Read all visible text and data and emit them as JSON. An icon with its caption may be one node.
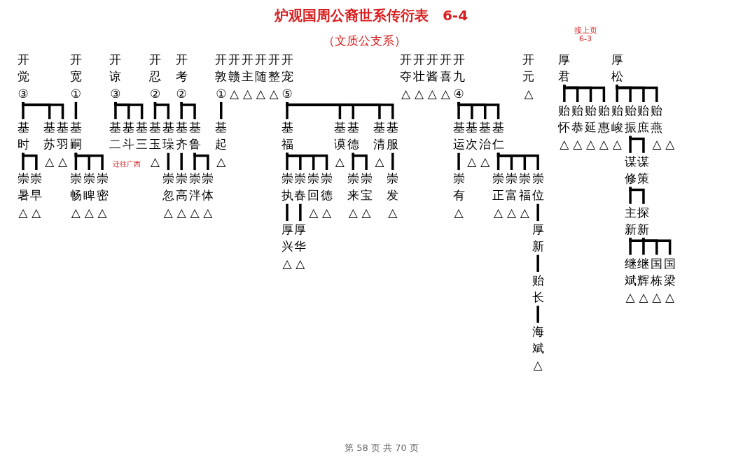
{
  "diagram": {
    "title": "炉观国周公裔世系传衍表　6-4",
    "nodes": [
      {
        "text": [
          "开觉",
          "③"
        ]
      },
      {
        "text": [
          "开宽",
          "①"
        ]
      },
      {
        "text": [
          "开谅",
          "③"
        ]
      },
      {
        "text": [
          "开忍",
          "②"
        ]
      },
      {
        "text": [
          "开考",
          "②"
        ]
      },
      {
        "text": [
          "开敦",
          "①"
        ]
      },
      {
        "text": [
          "开赣",
          "△"
        ]
      },
      {
        "text": [
          "开主",
          "△"
        ]
      },
      {
        "text": [
          "开随",
          "△"
        ]
      },
      {
        "text": [
          "开整",
          "△"
        ]
      },
      {
        "text": [
          "开宠",
          "⑤"
        ]
      },
      {
        "text": [
          "开夺",
          "△"
        ]
      },
      {
        "text": [
          "开壮",
          "△"
        ]
      },
      {
        "text": [
          "开酱",
          "△"
        ]
      },
      {
        "text": [
          "开喜",
          "△"
        ]
      },
      {
        "text": [
          "开九",
          "④"
        ]
      },
      {
        "text": [
          "开元",
          "△"
        ]
      },
      {
        "text": [
          "厚君"
        ]
      },
      {
        "text": [
          "厚松"
        ]
      },
      {
        "text": [
          "基时"
        ]
      },
      {
        "text": [
          "基苏",
          "△"
        ]
      },
      {
        "text": [
          "基羽",
          "△"
        ]
      },
      {
        "text": [
          "基嗣"
        ]
      },
      {
        "text": [
          "基二"
        ]
      },
      {
        "text": [
          "基斗"
        ]
      },
      {
        "text": [
          "基三"
        ]
      },
      {
        "text": [
          "基玉",
          "△"
        ]
      },
      {
        "text": [
          "基璪"
        ]
      },
      {
        "text": [
          "基齐"
        ]
      },
      {
        "text": [
          "基鲁"
        ]
      },
      {
        "text": [
          "基起",
          "△"
        ]
      },
      {
        "text": [
          "基福"
        ]
      },
      {
        "text": [
          "基谟",
          "△"
        ]
      },
      {
        "text": [
          "基德"
        ]
      },
      {
        "text": [
          "基清",
          "△"
        ]
      },
      {
        "text": [
          "基服"
        ]
      },
      {
        "text": [
          "基运"
        ]
      },
      {
        "text": [
          "基次",
          "△"
        ]
      },
      {
        "text": [
          "基治",
          "△"
        ]
      },
      {
        "text": [
          "基仁"
        ]
      },
      {
        "text": [
          "贻怀",
          "△"
        ]
      },
      {
        "text": [
          "贻恭",
          "△"
        ]
      },
      {
        "text": [
          "贻延",
          "△"
        ]
      },
      {
        "text": [
          "贻惠",
          "△"
        ]
      },
      {
        "text": [
          "贻峻",
          "△"
        ]
      },
      {
        "text": [
          "贻振"
        ]
      },
      {
        "text": [
          "贻庶",
          "△"
        ]
      },
      {
        "text": [
          "贻燕",
          "△"
        ]
      },
      {
        "text": [
          "崇暑",
          "△"
        ]
      },
      {
        "text": [
          "崇早",
          "△"
        ]
      },
      {
        "text": [
          "崇畅",
          "△"
        ]
      },
      {
        "text": [
          "崇睥",
          "△"
        ]
      },
      {
        "text": [
          "崇密",
          "△"
        ]
      },
      {
        "text": [
          "崇忽",
          "△"
        ]
      },
      {
        "text": [
          "崇高",
          "△"
        ]
      },
      {
        "text": [
          "崇泮",
          "△"
        ]
      },
      {
        "text": [
          "崇体",
          "△"
        ]
      },
      {
        "text": [
          "崇执"
        ]
      },
      {
        "text": [
          "崇春"
        ]
      },
      {
        "text": [
          "崇回",
          "△"
        ]
      },
      {
        "text": [
          "崇德",
          "△"
        ]
      },
      {
        "text": [
          "崇来",
          "△"
        ]
      },
      {
        "text": [
          "崇宝",
          "△"
        ]
      },
      {
        "text": [
          "崇发",
          "△"
        ]
      },
      {
        "text": [
          "崇有",
          "△"
        ]
      },
      {
        "text": [
          "崇正",
          "△"
        ]
      },
      {
        "text": [
          "崇富",
          "△"
        ]
      },
      {
        "text": [
          "崇福",
          "△"
        ]
      },
      {
        "text": [
          "崇位"
        ]
      },
      {
        "text": [
          "谋修"
        ]
      },
      {
        "text": [
          "谋策"
        ]
      },
      {
        "text": [
          "厚兴",
          "△"
        ]
      },
      {
        "text": [
          "厚华",
          "△"
        ]
      },
      {
        "text": [
          "厚新"
        ]
      },
      {
        "text": [
          "主新"
        ]
      },
      {
        "text": [
          "探新"
        ]
      },
      {
        "text": [
          "贻长"
        ]
      },
      {
        "text": [
          "继斌",
          "△"
        ]
      },
      {
        "text": [
          "继辉",
          "△"
        ]
      },
      {
        "text": [
          "国栋",
          "△"
        ]
      },
      {
        "text": [
          "国梁",
          "△"
        ]
      },
      {
        "text": [
          "海斌",
          "△"
        ]
      }
    ],
    "edges": [
      {
        "from": 0,
        "to": 19,
        "arrow": "none"
      },
      {
        "from": 0,
        "to": 20,
        "arrow": "none"
      },
      {
        "from": 0,
        "to": 21,
        "arrow": "none"
      },
      {
        "from": 1,
        "to": 22,
        "arrow": "none"
      },
      {
        "from": 2,
        "to": 23,
        "arrow": "none"
      },
      {
        "from": 2,
        "to": 24,
        "arrow": "none"
      },
      {
        "from": 2,
        "to": 25,
        "arrow": "none"
      },
      {
        "from": 3,
        "to": 26,
        "arrow": "none"
      },
      {
        "from": 3,
        "to": 27,
        "arrow": "none"
      },
      {
        "from": 4,
        "to": 28,
        "arrow": "none"
      },
      {
        "from": 4,
        "to": 29,
        "arrow": "none"
      },
      {
        "from": 5,
        "to": 30,
        "arrow": "none"
      },
      {
        "from": 10,
        "to": 31,
        "arrow": "none"
      },
      {
        "from": 10,
        "to": 32,
        "arrow": "none"
      },
      {
        "from": 10,
        "to": 33,
        "arrow": "none"
      },
      {
        "from": 10,
        "to": 34,
        "arrow": "none"
      },
      {
        "from": 10,
        "to": 35,
        "arrow": "none"
      },
      {
        "from": 15,
        "to": 36,
        "arrow": "none"
      },
      {
        "from": 15,
        "to": 37,
        "arrow": "none"
      },
      {
        "from": 15,
        "to": 38,
        "arrow": "none"
      },
      {
        "from": 15,
        "to": 39,
        "arrow": "none"
      },
      {
        "from": 17,
        "to": 40,
        "arrow": "none"
      },
      {
        "from": 17,
        "to": 41,
        "arrow": "none"
      },
      {
        "from": 17,
        "to": 42,
        "arrow": "none"
      },
      {
        "from": 17,
        "to": 43,
        "arrow": "none"
      },
      {
        "from": 18,
        "to": 44,
        "arrow": "none"
      },
      {
        "from": 18,
        "to": 45,
        "arrow": "none"
      },
      {
        "from": 18,
        "to": 46,
        "arrow": "none"
      },
      {
        "from": 18,
        "to": 47,
        "arrow": "none"
      },
      {
        "from": 19,
        "to": 48,
        "arrow": "none"
      },
      {
        "from": 19,
        "to": 49,
        "arrow": "none"
      },
      {
        "from": 22,
        "to": 50,
        "arrow": "none"
      },
      {
        "from": 22,
        "to": 51,
        "arrow": "none"
      },
      {
        "from": 22,
        "to": 52,
        "arrow": "none"
      },
      {
        "from": 27,
        "to": 53,
        "arrow": "none"
      },
      {
        "from": 28,
        "to": 54,
        "arrow": "none"
      },
      {
        "from": 29,
        "to": 55,
        "arrow": "none"
      },
      {
        "from": 29,
        "to": 56,
        "arrow": "none"
      },
      {
        "from": 31,
        "to": 57,
        "arrow": "none"
      },
      {
        "from": 31,
        "to": 58,
        "arrow": "none"
      },
      {
        "from": 31,
        "to": 59,
        "arrow": "none"
      },
      {
        "from": 31,
        "to": 60,
        "arrow": "none"
      },
      {
        "from": 33,
        "to": 61,
        "arrow": "none"
      },
      {
        "from": 33,
        "to": 62,
        "arrow": "none"
      },
      {
        "from": 35,
        "to": 63,
        "arrow": "none"
      },
      {
        "from": 36,
        "to": 64,
        "arrow": "none"
      },
      {
        "from": 39,
        "to": 65,
        "arrow": "none"
      },
      {
        "from": 39,
        "to": 66,
        "arrow": "none"
      },
      {
        "from": 39,
        "to": 67,
        "arrow": "none"
      },
      {
        "from": 39,
        "to": 68,
        "arrow": "none"
      },
      {
        "from": 45,
        "to": 69,
        "arrow": "none"
      },
      {
        "from": 45,
        "to": 70,
        "arrow": "none"
      },
      {
        "from": 57,
        "to": 71,
        "arrow": "none"
      },
      {
        "from": 58,
        "to": 72,
        "arrow": "none"
      },
      {
        "from": 68,
        "to": 73,
        "arrow": "none"
      },
      {
        "from": 69,
        "to": 74,
        "arrow": "none"
      },
      {
        "from": 69,
        "to": 75,
        "arrow": "none"
      },
      {
        "from": 73,
        "to": 76,
        "arrow": "none"
      },
      {
        "from": 74,
        "to": 77,
        "arrow": "none"
      },
      {
        "from": 74,
        "to": 78,
        "arrow": "none"
      },
      {
        "from": 75,
        "to": 79,
        "arrow": "none"
      },
      {
        "from": 75,
        "to": 80,
        "arrow": "none"
      },
      {
        "from": 76,
        "to": 81,
        "arrow": "none"
      }
    ],
    "labels": [
      "（文质公支系）",
      "接上页 6-3",
      "迁往广西",
      "第 58 页 共 70 页"
    ]
  }
}
